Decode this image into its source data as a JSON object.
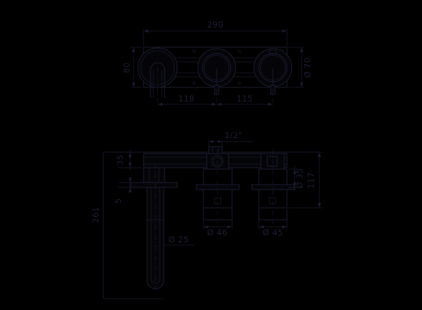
{
  "drawing": {
    "title": "Wall-mounted basin mixer technical drawing",
    "background_color": "#000000",
    "line_color": "#1b1b2e",
    "text_color": "#1d1d32",
    "views": [
      {
        "name": "front-elevation-view",
        "description": "Front view of three-hole escutcheon plate with spout and two handles"
      },
      {
        "name": "side-section-view",
        "description": "Side section view showing spout projection and valve bodies"
      }
    ],
    "dimensions": {
      "overall_width": "290",
      "plate_height": "80",
      "plate_diameter": "Ø 70",
      "spacing_left": "118",
      "spacing_right": "115",
      "thread_size": "1/2\"",
      "spout_height_top": "35",
      "spout_offset": "5",
      "total_height": "261",
      "spout_diameter": "Ø 25",
      "valve_diameter_left": "Ø 46",
      "valve_diameter_right": "Ø 45",
      "body_diameter": "Ø 35",
      "body_depth": "117"
    }
  }
}
